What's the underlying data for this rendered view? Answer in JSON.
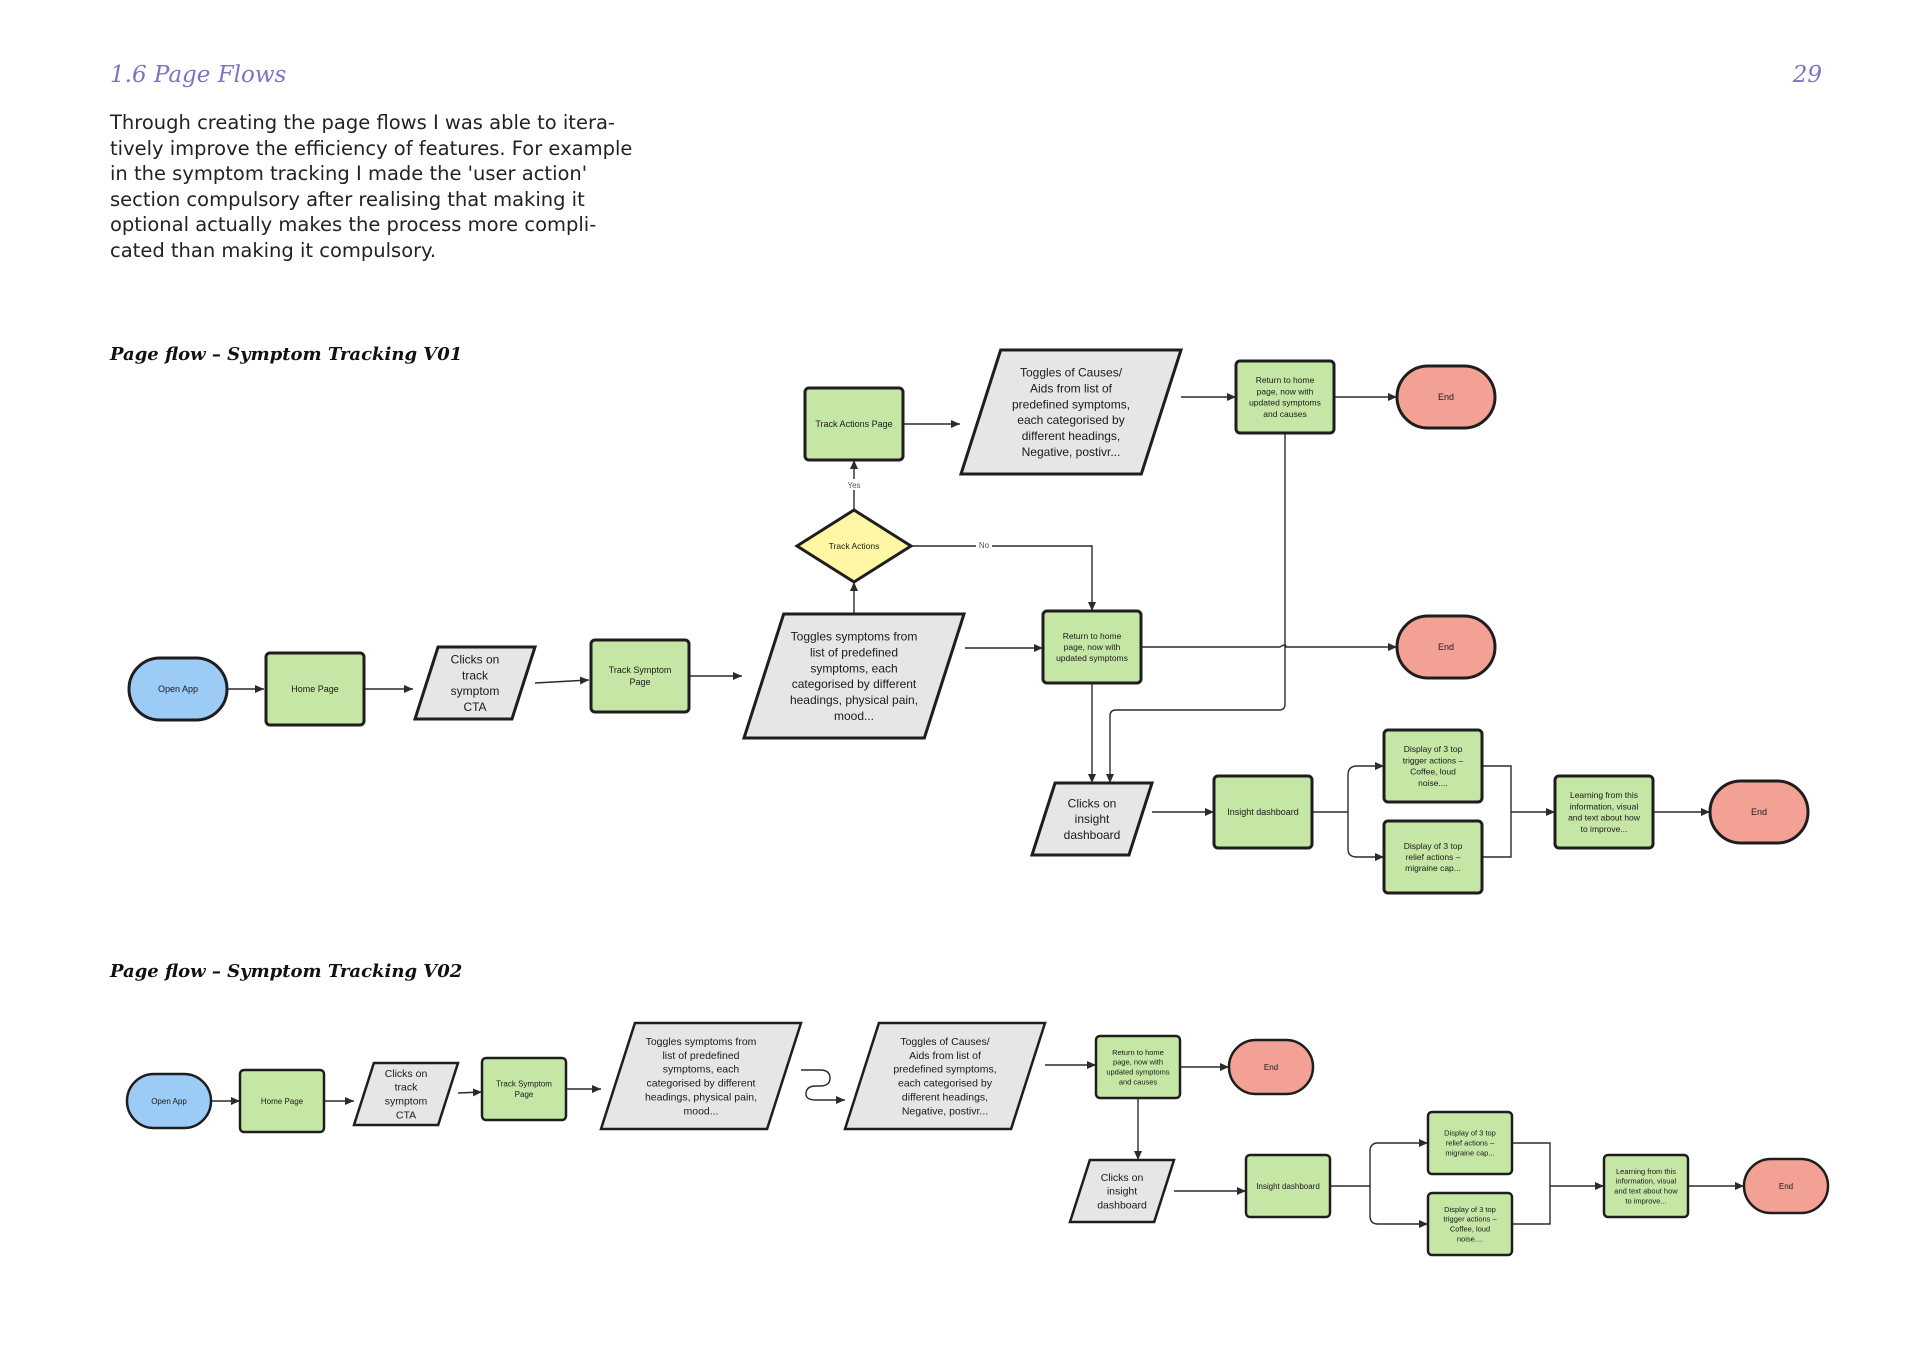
{
  "page": {
    "heading": "1.6 Page Flows",
    "page_number": "29",
    "intro": "Through creating the page flows I was able to itera-tively improve the efficiency of features. For example in the symptom tracking I made the 'user action' section compulsory after realising that making it optional actually makes the process more compli-cated than making it compulsory."
  },
  "colors": {
    "start": "#9ccbf5",
    "process": "#c6e6a5",
    "io": "#e6e6e6",
    "decision": "#fff7a3",
    "end": "#f4a195",
    "stroke": "#1e1e1e",
    "edge": "#2b2b2b",
    "heading": "#7b73c4"
  },
  "flows": [
    {
      "title": "Page flow – Symptom Tracking V01",
      "nodes": [
        {
          "id": "open",
          "kind": "terminal-start",
          "lines": [
            "Open App"
          ]
        },
        {
          "id": "home",
          "kind": "process",
          "lines": [
            "Home Page"
          ]
        },
        {
          "id": "cta",
          "kind": "io",
          "lines": [
            "Clicks on",
            "track",
            "symptom",
            "CTA"
          ]
        },
        {
          "id": "tsp",
          "kind": "process",
          "lines": [
            "Track Symptom",
            "Page"
          ]
        },
        {
          "id": "tog1",
          "kind": "io",
          "lines": [
            "Toggles symptoms from",
            "list of predefined",
            "symptoms, each",
            "categorised by different",
            "headings, physical pain,",
            "mood..."
          ]
        },
        {
          "id": "dec",
          "kind": "decision",
          "lines": [
            "Track Actions"
          ]
        },
        {
          "id": "tap",
          "kind": "process",
          "lines": [
            "Track Actions Page"
          ]
        },
        {
          "id": "tog2",
          "kind": "io",
          "lines": [
            "Toggles of Causes/",
            "Aids from list of",
            "predefined symptoms,",
            "each categorised by",
            "different headings,",
            "Negative, postivr..."
          ]
        },
        {
          "id": "ret1",
          "kind": "process",
          "lines": [
            "Return to home",
            "page, now with",
            "updated symptoms",
            "and causes"
          ]
        },
        {
          "id": "end1",
          "kind": "terminal-end",
          "lines": [
            "End"
          ]
        },
        {
          "id": "ret2",
          "kind": "process",
          "lines": [
            "Return to home",
            "page, now with",
            "updated symptoms"
          ]
        },
        {
          "id": "end2",
          "kind": "terminal-end",
          "lines": [
            "End"
          ]
        },
        {
          "id": "clk",
          "kind": "io",
          "lines": [
            "Clicks on",
            "insight",
            "dashboard"
          ]
        },
        {
          "id": "ins",
          "kind": "process",
          "lines": [
            "Insight dashboard"
          ]
        },
        {
          "id": "trg",
          "kind": "process",
          "lines": [
            "Display of 3 top",
            "trigger actions –",
            "Coffee, loud",
            "noise...."
          ]
        },
        {
          "id": "rel",
          "kind": "process",
          "lines": [
            "Display of 3 top",
            "relief actions –",
            "migraine cap..."
          ]
        },
        {
          "id": "lrn",
          "kind": "process",
          "lines": [
            "Learning from this",
            "information, visual",
            "and text about how",
            "to improve..."
          ]
        },
        {
          "id": "end3",
          "kind": "terminal-end",
          "lines": [
            "End"
          ]
        }
      ],
      "edge_labels": [
        "Yes",
        "No"
      ]
    },
    {
      "title": "Page flow – Symptom Tracking V02",
      "nodes": [
        {
          "id": "open",
          "kind": "terminal-start",
          "lines": [
            "Open App"
          ]
        },
        {
          "id": "home",
          "kind": "process",
          "lines": [
            "Home Page"
          ]
        },
        {
          "id": "cta",
          "kind": "io",
          "lines": [
            "Clicks on",
            "track",
            "symptom",
            "CTA"
          ]
        },
        {
          "id": "tsp",
          "kind": "process",
          "lines": [
            "Track Symptom",
            "Page"
          ]
        },
        {
          "id": "tog1",
          "kind": "io",
          "lines": [
            "Toggles symptoms from",
            "list of predefined",
            "symptoms, each",
            "categorised by different",
            "headings, physical pain,",
            "mood..."
          ]
        },
        {
          "id": "tog2",
          "kind": "io",
          "lines": [
            "Toggles of Causes/",
            "Aids from list of",
            "predefined symptoms,",
            "each categorised by",
            "different headings,",
            "Negative, postivr..."
          ]
        },
        {
          "id": "ret1",
          "kind": "process",
          "lines": [
            "Return to home",
            "page, now with",
            "updated symptoms",
            "and causes"
          ]
        },
        {
          "id": "end1",
          "kind": "terminal-end",
          "lines": [
            "End"
          ]
        },
        {
          "id": "clk",
          "kind": "io",
          "lines": [
            "Clicks on",
            "insight",
            "dashboard"
          ]
        },
        {
          "id": "ins",
          "kind": "process",
          "lines": [
            "Insight dashboard"
          ]
        },
        {
          "id": "rel",
          "kind": "process",
          "lines": [
            "Display of 3 top",
            "relief actions –",
            "migraine cap..."
          ]
        },
        {
          "id": "trg",
          "kind": "process",
          "lines": [
            "Display of 3 top",
            "trigger actions –",
            "Coffee, loud",
            "noise...."
          ]
        },
        {
          "id": "lrn",
          "kind": "process",
          "lines": [
            "Learning from this",
            "information, visual",
            "and text about how",
            "to improve..."
          ]
        },
        {
          "id": "end2",
          "kind": "terminal-end",
          "lines": [
            "End"
          ]
        }
      ],
      "edge_labels": []
    }
  ]
}
